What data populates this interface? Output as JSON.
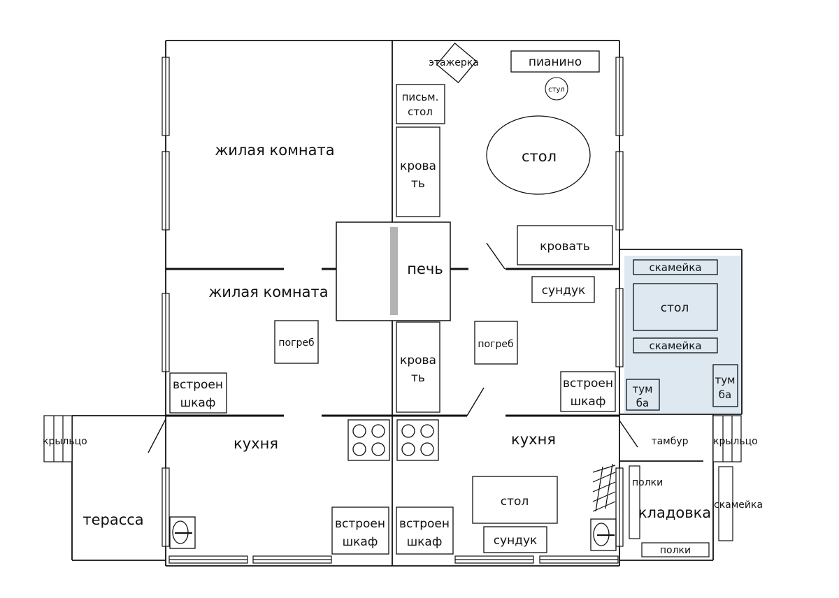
{
  "rooms": {
    "living_top_left": "жилая комната",
    "living_mid_left": "жилая комната",
    "kitchen_left": "кухня",
    "kitchen_right": "кухня",
    "terrace": "терасса",
    "storeroom": "кладовка",
    "vestibule": "тамбур",
    "porch_left": "крыльцо",
    "porch_right": "крыльцо"
  },
  "furniture": {
    "shelf": "этажерка",
    "piano": "пианино",
    "chair": "стул",
    "desk_line1": "письм.",
    "desk_line2": "стол",
    "bed_top_line1": "крова",
    "bed_top_line2": "ть",
    "oval_table": "стол",
    "bed_right": "кровать",
    "stove": "печь",
    "chest_top": "сундук",
    "cellar_left": "погреб",
    "cellar_right": "погреб",
    "bed_bottom_line1": "крова",
    "bed_bottom_line2": "ть",
    "wardrobe_line1": "встроен",
    "wardrobe_line2": "шкаф",
    "bench_top": "скамейка",
    "table_blue": "стол",
    "bench_bottom": "скамейка",
    "nightstand_line1": "тум",
    "nightstand_line2": "ба",
    "kitchen_table": "стол",
    "chest_bottom": "сундук",
    "shelves_side": "полки",
    "shelves_bottom": "полки",
    "bench_outside": "скамейка"
  },
  "colors": {
    "walls": "#111111",
    "stove_pipe": "#b3b3b3",
    "dining_area": "#dde8f0"
  }
}
